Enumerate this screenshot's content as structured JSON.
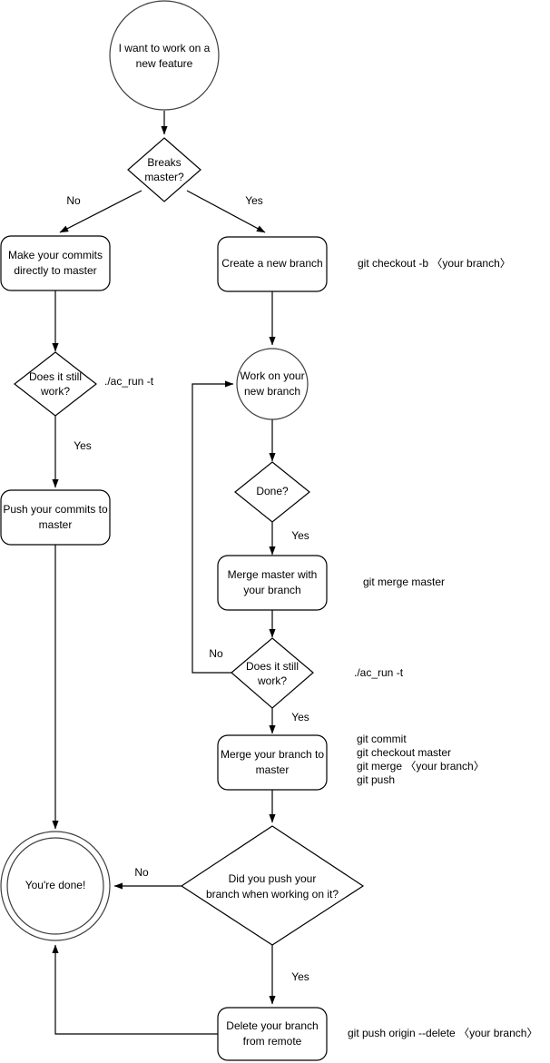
{
  "diagram": {
    "title": "Git branching workflow flowchart",
    "background_color": "#ffffff",
    "stroke_color": "#000000",
    "text_color": "#000000"
  },
  "nodes": {
    "start": {
      "label_line1": "I want to work on a",
      "label_line2": "new feature",
      "shape": "circle"
    },
    "breaks_master": {
      "label_line1": "Breaks",
      "label_line2": "master?",
      "shape": "diamond"
    },
    "make_commits": {
      "label_line1": "Make your commits",
      "label_line2": "directly to master",
      "shape": "rounded-rect"
    },
    "create_branch": {
      "label_line1": "Create a new branch",
      "label_line2": "",
      "shape": "rounded-rect"
    },
    "does_it_work_left": {
      "label_line1": "Does it still",
      "label_line2": "work?",
      "shape": "diamond"
    },
    "push_commits": {
      "label_line1": "Push your commits to",
      "label_line2": "master",
      "shape": "rounded-rect"
    },
    "work_branch": {
      "label_line1": "Work on your",
      "label_line2": "new branch",
      "shape": "circle"
    },
    "done_q": {
      "label_line1": "Done?",
      "label_line2": "",
      "shape": "diamond"
    },
    "merge_master": {
      "label_line1": "Merge master with",
      "label_line2": "your branch",
      "shape": "rounded-rect"
    },
    "does_it_work_right": {
      "label_line1": "Does it still",
      "label_line2": "work?",
      "shape": "diamond"
    },
    "merge_branch": {
      "label_line1": "Merge your branch to",
      "label_line2": "master",
      "shape": "rounded-rect"
    },
    "did_you_push": {
      "label_line1": "Did you push your",
      "label_line2": "branch when working on it?",
      "shape": "diamond"
    },
    "delete_branch": {
      "label_line1": "Delete your branch",
      "label_line2": "from remote",
      "shape": "rounded-rect"
    },
    "end": {
      "label_line1": "You're done!",
      "label_line2": "",
      "shape": "double-circle"
    }
  },
  "edge_labels": {
    "breaks_no": "No",
    "breaks_yes": "Yes",
    "work_left_yes": "Yes",
    "done_yes": "Yes",
    "work_right_no": "No",
    "work_right_yes": "Yes",
    "push_no": "No",
    "push_yes": "Yes"
  },
  "annotations": {
    "create_branch_cmd": "git checkout -b 〈your branch〉",
    "ac_run_left": "./ac_run -t",
    "merge_master_cmd": "git merge master",
    "ac_run_right": "./ac_run -t",
    "merge_branch_cmd_1": "git commit",
    "merge_branch_cmd_2": "git checkout master",
    "merge_branch_cmd_3": "git merge 〈your branch〉",
    "merge_branch_cmd_4": "git push",
    "delete_branch_cmd": "git push origin --delete 〈your branch〉"
  }
}
